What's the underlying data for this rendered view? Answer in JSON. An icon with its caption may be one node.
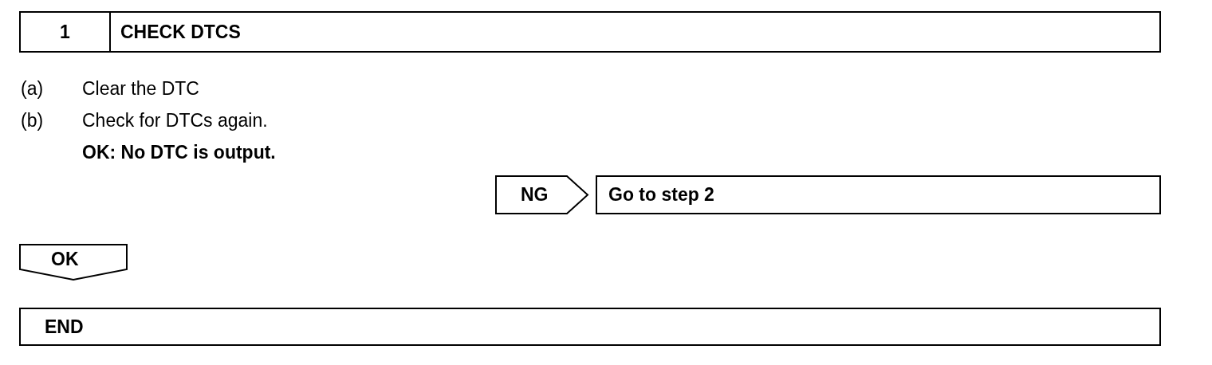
{
  "diagram": {
    "nodes": [
      {
        "text": [
          "1",
          "CHECK DTCS"
        ]
      },
      {
        "text": [
          "NG"
        ]
      },
      {
        "text": [
          "Go to step 2"
        ]
      },
      {
        "text": [
          "OK"
        ]
      },
      {
        "text": [
          "END"
        ]
      }
    ],
    "labels": [
      "(a)",
      "Clear the DTC",
      "(b)",
      "Check for DTCs again.",
      "OK: No DTC is output."
    ]
  }
}
